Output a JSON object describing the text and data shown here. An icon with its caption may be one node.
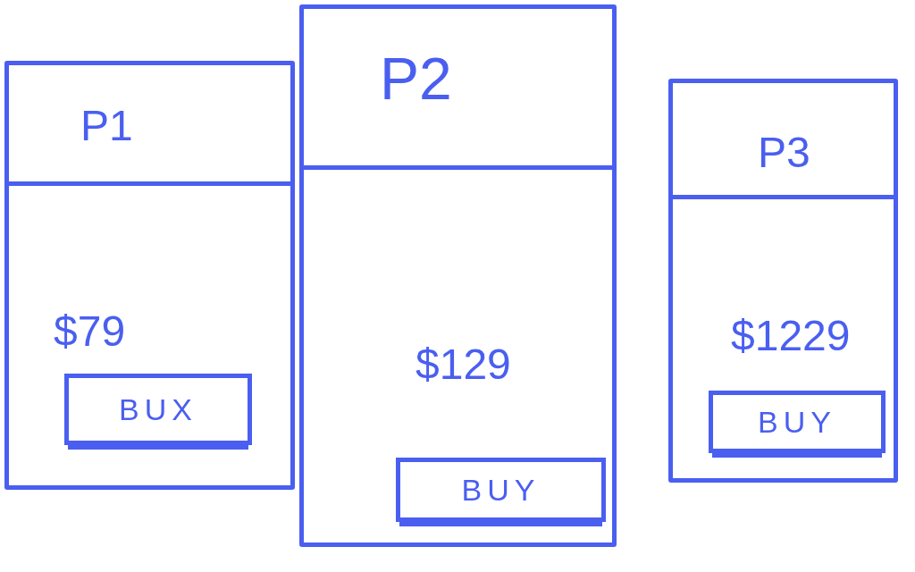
{
  "diagram": {
    "nodes": [
      {
        "text": [
          "P1",
          "$79"
        ]
      },
      {
        "text": [
          "BUX"
        ],
        "in": 0
      },
      {
        "text": [
          "P2",
          "$129"
        ]
      },
      {
        "text": [
          "BUY"
        ],
        "in": 2
      },
      {
        "text": [
          "P3",
          "$1229"
        ]
      },
      {
        "text": [
          "BUY"
        ],
        "in": 4
      }
    ]
  }
}
